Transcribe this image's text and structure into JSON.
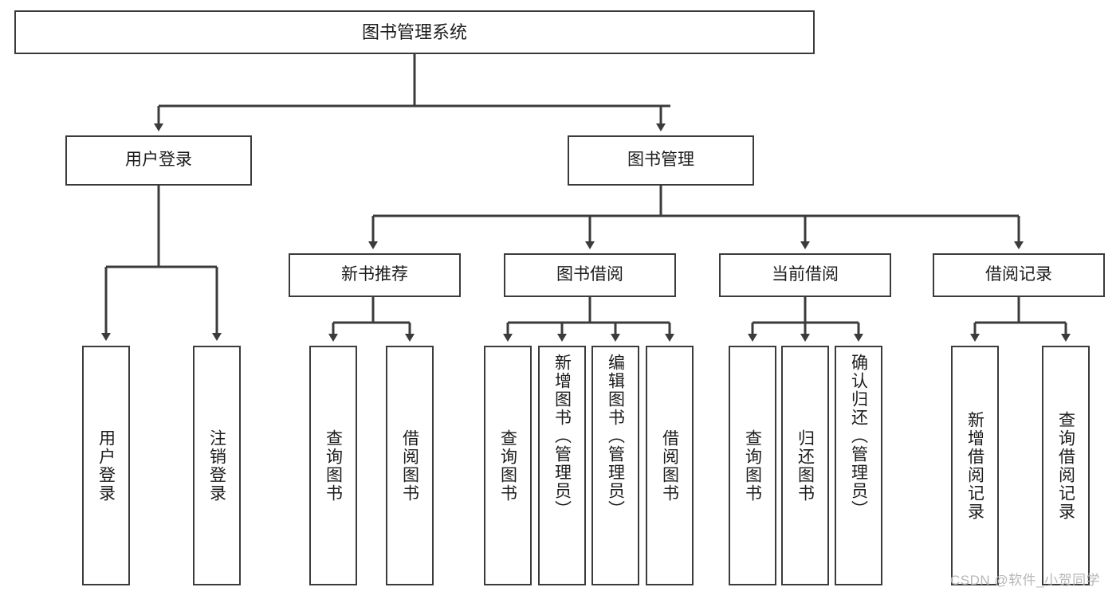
{
  "diagram": {
    "title": "图书管理系统",
    "type": "hierarchy-tree",
    "root": {
      "label": "图书管理系统"
    },
    "level2": [
      {
        "label": "用户登录"
      },
      {
        "label": "图书管理"
      }
    ],
    "level3": [
      {
        "label": "新书推荐"
      },
      {
        "label": "图书借阅"
      },
      {
        "label": "当前借阅"
      },
      {
        "label": "借阅记录"
      }
    ],
    "leaves": {
      "user_login": [
        {
          "label": "用户登录"
        },
        {
          "label": "注销登录"
        }
      ],
      "new_book_recommend": [
        {
          "label": "查询图书"
        },
        {
          "label": "借阅图书"
        }
      ],
      "book_borrow": [
        {
          "label": "查询图书"
        },
        {
          "label": "新增图书（管理员）"
        },
        {
          "label": "编辑图书（管理员）"
        },
        {
          "label": "借阅图书"
        }
      ],
      "current_borrow": [
        {
          "label": "查询图书"
        },
        {
          "label": "归还图书"
        },
        {
          "label": "确认归还（管理员）"
        }
      ],
      "borrow_record": [
        {
          "label": "新增借阅记录"
        },
        {
          "label": "查询借阅记录"
        }
      ]
    }
  },
  "watermark": {
    "text": "CSDN @软件_小贺同学"
  },
  "colors": {
    "stroke": "#3b3b3b",
    "background": "#ffffff",
    "text": "#1b1b1b",
    "watermark": "#b7b7b7"
  }
}
